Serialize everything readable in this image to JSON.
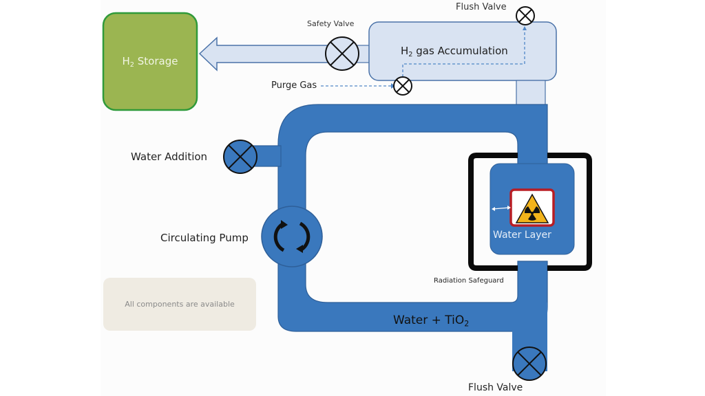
{
  "diagram": {
    "title": "Photocatalytic hydrogen production loop",
    "storage": {
      "label": "H",
      "sub": "2",
      "suffix": " Storage"
    },
    "accumulation": {
      "label": "H",
      "sub": "2",
      "suffix": " gas Accumulation"
    },
    "labels": {
      "safety_valve": "Safety Valve",
      "flush_valve_top": "Flush Valve",
      "purge_gas": "Purge Gas",
      "water_addition": "Water Addition",
      "circulating_pump": "Circulating Pump",
      "water_layer": "Water Layer",
      "radiation_safeguard": "Radiation Safeguard",
      "mixture_prefix": "Water + TiO",
      "mixture_sub": "2",
      "flush_valve_bottom": "Flush Valve"
    },
    "status": {
      "text": "All components are available"
    },
    "icons": {
      "valve": "valve-icon",
      "pump": "circulating-arrows-icon",
      "radiation": "radiation-hazard-icon",
      "arrow": "flow-arrow-icon"
    },
    "colors": {
      "pipe": "#3a78bd",
      "pipe_border": "#2e5f99",
      "gas_fill": "#d9e3f2",
      "gas_border": "#4a72a8",
      "storage_fill": "#9bb551",
      "storage_border": "#2f9a3a",
      "safeguard": "#0a0a0a",
      "hazard_yellow": "#f2b31b",
      "hazard_frame": "#b81d24",
      "status_bg": "#efebe2"
    }
  }
}
